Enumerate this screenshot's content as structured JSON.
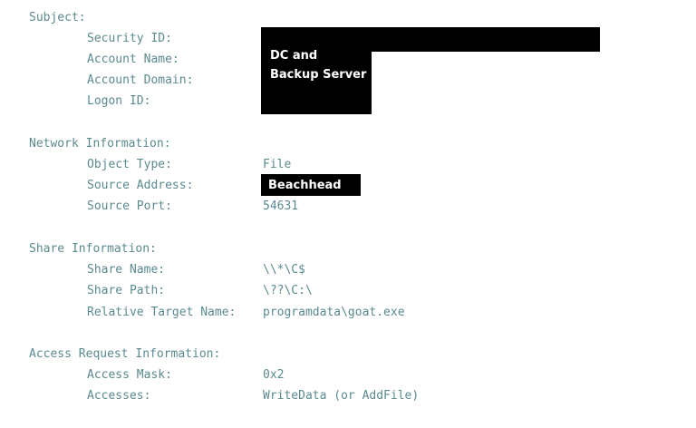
{
  "subject": {
    "title": "Subject:",
    "fields": [
      {
        "label": "Security ID:",
        "value": ""
      },
      {
        "label": "Account Name:",
        "value": ""
      },
      {
        "label": "Account Domain:",
        "value": ""
      },
      {
        "label": "Logon ID:",
        "value": ""
      }
    ],
    "redaction_label_line1": "DC and",
    "redaction_label_line2": "Backup Server"
  },
  "network": {
    "title": "Network Information:",
    "fields": [
      {
        "label": "Object Type:",
        "value": "File"
      },
      {
        "label": "Source Address:",
        "value": "Beachhead"
      },
      {
        "label": "Source Port:",
        "value": "54631"
      }
    ]
  },
  "share": {
    "title": "Share Information:",
    "fields": [
      {
        "label": "Share Name:",
        "value": "\\\\*\\C$"
      },
      {
        "label": "Share Path:",
        "value": "\\??\\C:\\"
      },
      {
        "label": "Relative Target Name:",
        "value": "programdata\\goat.exe"
      }
    ]
  },
  "access": {
    "title": "Access Request Information:",
    "fields": [
      {
        "label": "Access Mask:",
        "value": "0x2"
      },
      {
        "label": "Accesses:",
        "value": "WriteData (or AddFile)"
      }
    ]
  },
  "colors": {
    "text": "#5b8a8e",
    "redaction": "#000000",
    "redaction_text": "#ffffff"
  }
}
